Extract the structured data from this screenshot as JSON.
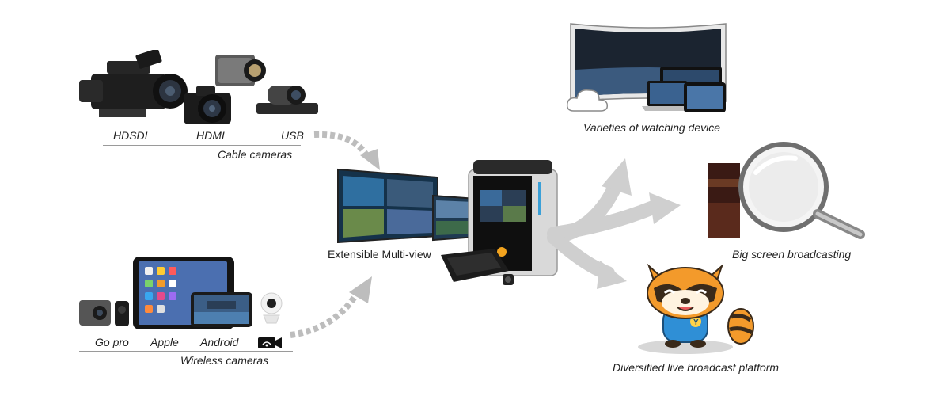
{
  "cable_cameras": {
    "group_label": "Cable cameras",
    "items": [
      "HDSDI",
      "HDMI",
      "USB"
    ]
  },
  "wireless_cameras": {
    "group_label": "Wireless cameras",
    "items": [
      "Go pro",
      "Apple",
      "Android"
    ]
  },
  "center": {
    "multiview_label": "Extensible Multi-view"
  },
  "outputs": {
    "watching_device": "Varieties of watching device",
    "big_screen": "Big screen broadcasting",
    "live_platform": "Diversified live broadcast platform"
  },
  "mascot": {
    "badge_letter": "Y"
  },
  "colors": {
    "arrow_gray": "#cfcfcf",
    "dash_gray": "#bdbdbd",
    "device_dark": "#1c1c1c",
    "accent_blue": "#3aa0d8",
    "mascot_orange": "#f39a2b",
    "mascot_blue": "#2f8fd6"
  }
}
